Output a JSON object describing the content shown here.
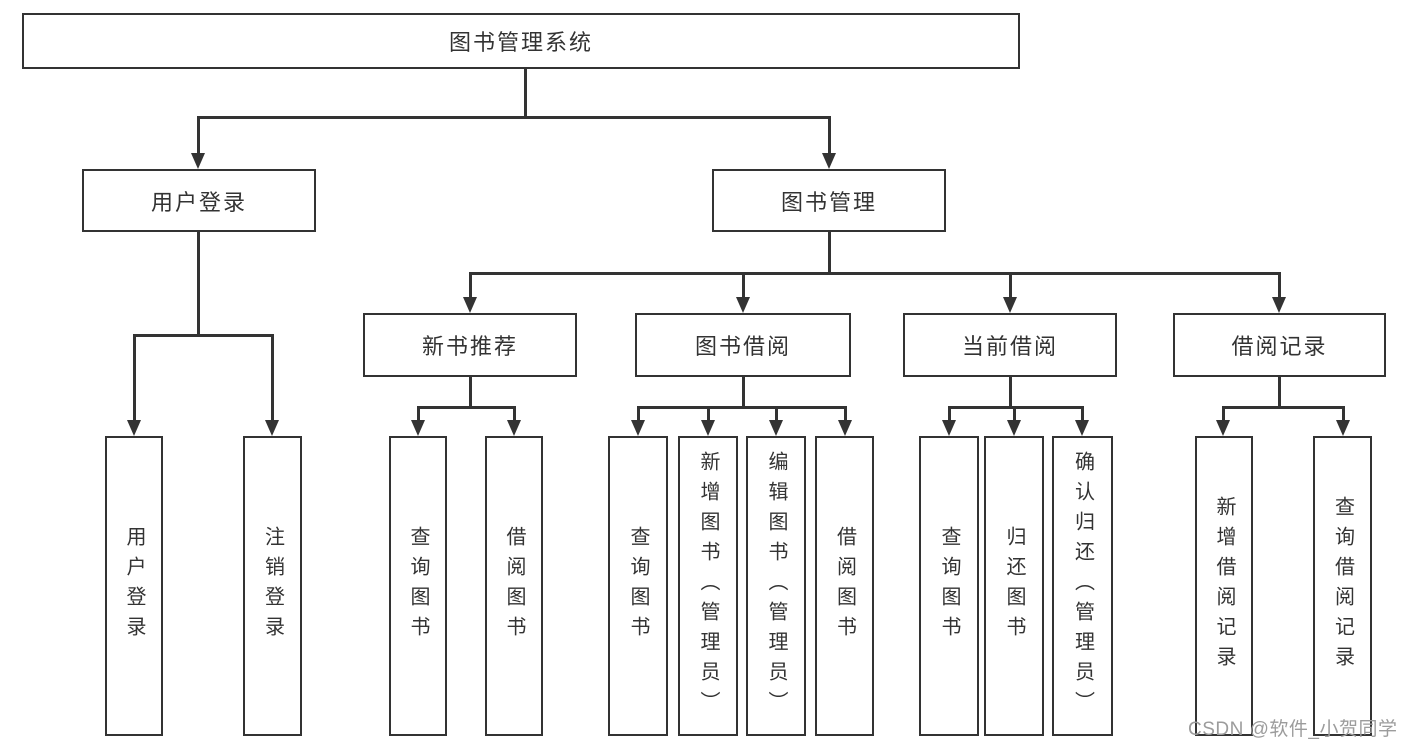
{
  "diagram": {
    "type": "tree",
    "nodes": {
      "root": "图书管理系统",
      "level2": [
        "用户登录",
        "图书管理"
      ],
      "level3": [
        "新书推荐",
        "图书借阅",
        "当前借阅",
        "借阅记录"
      ],
      "leaves": [
        "用户登录",
        "注销登录",
        "查询图书",
        "借阅图书",
        "查询图书",
        "新增图书（管理员）",
        "编辑图书（管理员）",
        "借阅图书",
        "查询图书",
        "归还图书",
        "确认归还（管理员）",
        "新增借阅记录",
        "查询借阅记录"
      ]
    },
    "edges": [
      [
        "图书管理系统",
        "用户登录"
      ],
      [
        "图书管理系统",
        "图书管理"
      ],
      [
        "用户登录",
        "用户登录(叶)"
      ],
      [
        "用户登录",
        "注销登录"
      ],
      [
        "图书管理",
        "新书推荐"
      ],
      [
        "图书管理",
        "图书借阅"
      ],
      [
        "图书管理",
        "当前借阅"
      ],
      [
        "图书管理",
        "借阅记录"
      ],
      [
        "新书推荐",
        "查询图书"
      ],
      [
        "新书推荐",
        "借阅图书"
      ],
      [
        "图书借阅",
        "查询图书"
      ],
      [
        "图书借阅",
        "新增图书（管理员）"
      ],
      [
        "图书借阅",
        "编辑图书（管理员）"
      ],
      [
        "图书借阅",
        "借阅图书"
      ],
      [
        "当前借阅",
        "查询图书"
      ],
      [
        "当前借阅",
        "归还图书"
      ],
      [
        "当前借阅",
        "确认归还（管理员）"
      ],
      [
        "借阅记录",
        "新增借阅记录"
      ],
      [
        "借阅记录",
        "查询借阅记录"
      ]
    ]
  },
  "watermark": "CSDN @软件_小贺同学",
  "colors": {
    "line": "#333333",
    "text": "#333333",
    "watermark": "#9c9c9c",
    "background": "#ffffff"
  }
}
